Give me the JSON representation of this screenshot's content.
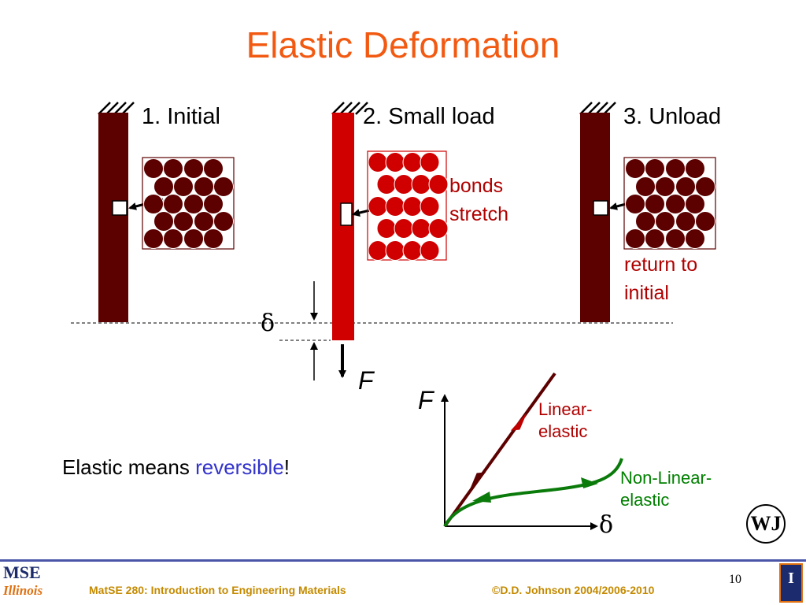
{
  "slide": {
    "title": "Elastic Deformation",
    "stages": [
      {
        "label": "1. Initial"
      },
      {
        "label": "2. Small load"
      },
      {
        "label": "3. Unload"
      }
    ],
    "notes": {
      "bonds_line1": "bonds",
      "bonds_line2": "stretch",
      "return_line1": "return to",
      "return_line2": "initial",
      "delta": "δ",
      "force": "F"
    },
    "graph": {
      "y_axis": "F",
      "x_axis": "δ",
      "linear_line1": "Linear-",
      "linear_line2": "elastic",
      "nonlinear_line1": "Non-Linear-",
      "nonlinear_line2": "elastic"
    },
    "statement": {
      "prefix": "Elastic means ",
      "highlight": "reversible",
      "suffix": "!"
    }
  },
  "footer": {
    "course": "MatSE 280: Introduction to Engineering Materials",
    "copyright": "©D.D. Johnson 2004/2006-2010",
    "page_number": "10",
    "logo_top": "MSE",
    "logo_bottom": "Illinois",
    "seal_text": "WJ",
    "uiuc_mark": "I"
  },
  "colors": {
    "title": "#f25a12",
    "dark_red": "#5c0000",
    "bright_red": "#d00000",
    "green": "#0a7a0a",
    "blue_highlight": "#3333cc",
    "footer_bar": "#4a55a8",
    "footer_text": "#c48a00"
  }
}
